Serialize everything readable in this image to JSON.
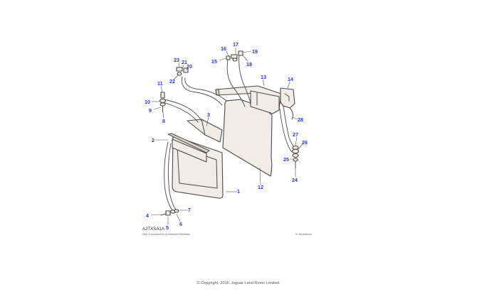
{
  "diagram": {
    "code": "AJTXSA1A",
    "caption_left": "Misc & Accessories Accessories Mudflaps",
    "caption_right": "TK Illustrations",
    "callouts": [
      "1",
      "2",
      "3",
      "4",
      "5",
      "6",
      "7",
      "8",
      "9",
      "10",
      "11",
      "12",
      "13",
      "14",
      "15",
      "16",
      "17",
      "18",
      "19",
      "20",
      "21",
      "22",
      "23",
      "24",
      "25",
      "26",
      "27",
      "28"
    ],
    "colors": {
      "callout": "#2a35d8",
      "outline": "#4a4a4a",
      "fill": "#f1ece5"
    }
  },
  "footer": {
    "copyright": "© Copyright, 2016. Jaguar Land Rover Limited."
  }
}
